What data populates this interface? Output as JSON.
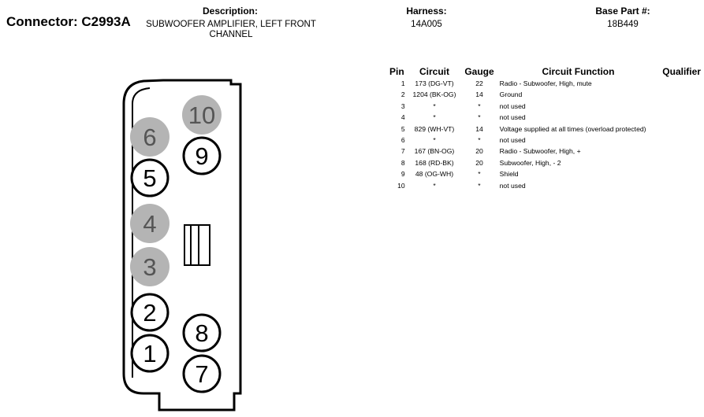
{
  "connector": {
    "label": "Connector: C2993A"
  },
  "description": {
    "header": "Description:",
    "value": "SUBWOOFER AMPLIFIER, LEFT FRONT CHANNEL"
  },
  "harness": {
    "header": "Harness:",
    "value": "14A005"
  },
  "base_part": {
    "header": "Base Part #:",
    "value": "18B449"
  },
  "table": {
    "headers": {
      "pin": "Pin",
      "circuit": "Circuit",
      "gauge": "Gauge",
      "function": "Circuit Function",
      "qualifier": "Qualifier"
    },
    "rows": [
      {
        "pin": "1",
        "circuit": "173 (DG-VT)",
        "gauge": "22",
        "function": "Radio - Subwoofer, High, mute",
        "qualifier": ""
      },
      {
        "pin": "2",
        "circuit": "1204 (BK-OG)",
        "gauge": "14",
        "function": "Ground",
        "qualifier": ""
      },
      {
        "pin": "3",
        "circuit": "*",
        "gauge": "*",
        "function": "not used",
        "qualifier": ""
      },
      {
        "pin": "4",
        "circuit": "*",
        "gauge": "*",
        "function": "not used",
        "qualifier": ""
      },
      {
        "pin": "5",
        "circuit": "829 (WH-VT)",
        "gauge": "14",
        "function": "Voltage supplied at all times (overload protected)",
        "qualifier": ""
      },
      {
        "pin": "6",
        "circuit": "*",
        "gauge": "*",
        "function": "not used",
        "qualifier": ""
      },
      {
        "pin": "7",
        "circuit": "167 (BN-OG)",
        "gauge": "20",
        "function": "Radio - Subwoofer, High, +",
        "qualifier": ""
      },
      {
        "pin": "8",
        "circuit": "168 (RD-BK)",
        "gauge": "20",
        "function": "Subwoofer, High, - 2",
        "qualifier": ""
      },
      {
        "pin": "9",
        "circuit": "48 (OG-WH)",
        "gauge": "*",
        "function": "Shield",
        "qualifier": ""
      },
      {
        "pin": "10",
        "circuit": "*",
        "gauge": "*",
        "function": "not used",
        "qualifier": ""
      }
    ]
  },
  "diagram": {
    "pins": [
      {
        "number": "1",
        "used": true
      },
      {
        "number": "2",
        "used": true
      },
      {
        "number": "3",
        "used": false
      },
      {
        "number": "4",
        "used": false
      },
      {
        "number": "5",
        "used": true
      },
      {
        "number": "6",
        "used": false
      },
      {
        "number": "7",
        "used": true
      },
      {
        "number": "8",
        "used": true
      },
      {
        "number": "9",
        "used": true
      },
      {
        "number": "10",
        "used": false
      }
    ],
    "colors": {
      "unused_fill": "#b4b4b4",
      "unused_text": "#555555",
      "used_fill": "#ffffff",
      "outline": "#000000"
    }
  }
}
